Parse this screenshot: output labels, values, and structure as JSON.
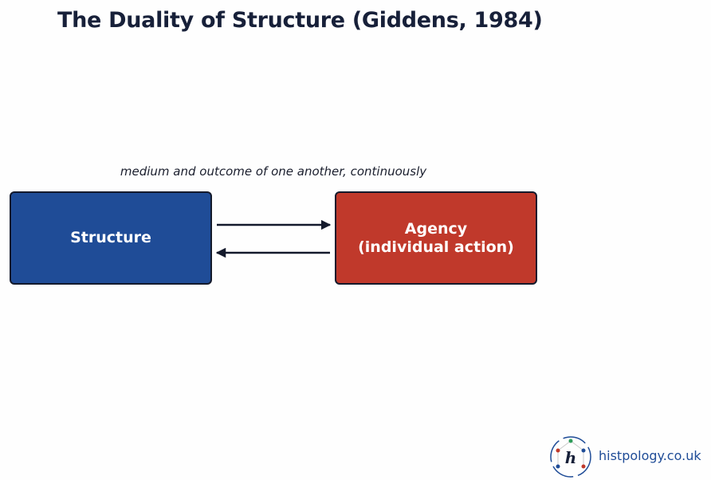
{
  "title": "The Duality of Structure (Giddens, 1984)",
  "relation_caption": "medium and outcome of one another, continuously",
  "nodes": {
    "structure": {
      "label": "Structure"
    },
    "agency": {
      "label_line1": "Agency",
      "label_line2": "(individual action)"
    }
  },
  "edges": [
    {
      "from": "structure",
      "to": "agency"
    },
    {
      "from": "agency",
      "to": "structure"
    }
  ],
  "logo": {
    "letter": "h",
    "site": "histpology.co.uk"
  },
  "colors": {
    "title": "#172039",
    "structure_fill": "#1f4c97",
    "agency_fill": "#c0392b",
    "border": "#141a2c",
    "site_text": "#1f4c97"
  }
}
